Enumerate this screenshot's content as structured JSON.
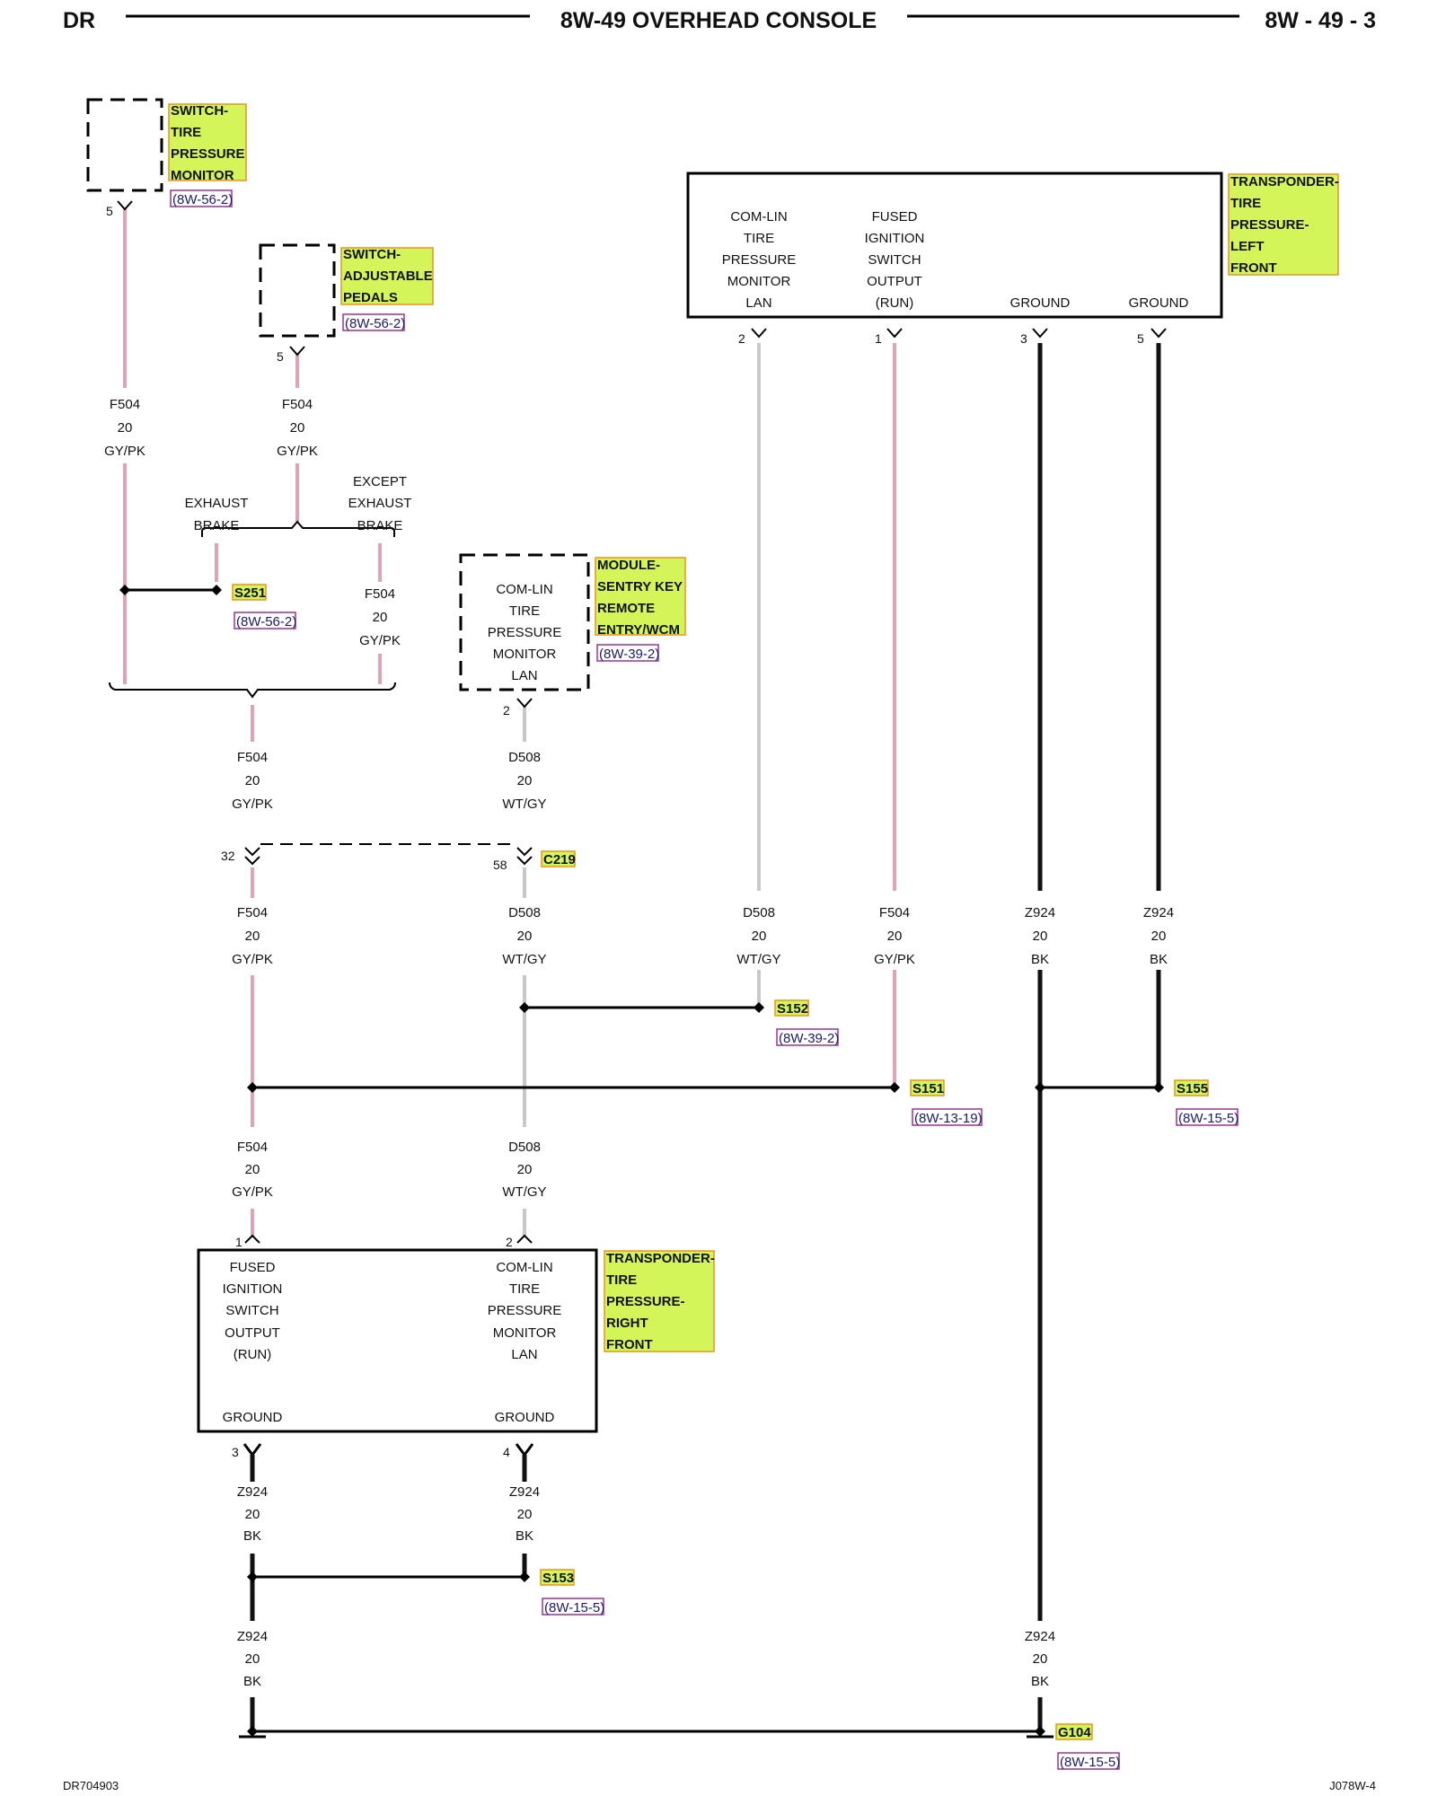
{
  "header": {
    "left": "DR",
    "title": "8W-49 OVERHEAD CONSOLE",
    "right": "8W - 49 - 3"
  },
  "footer": {
    "left": "DR704903",
    "right": "J078W-4"
  },
  "components": {
    "sw_tpm": {
      "lines": [
        "SWITCH-",
        "TIRE",
        "PRESSURE",
        "MONITOR"
      ],
      "ref": "(8W-56-2)",
      "pin": "5"
    },
    "sw_pedals": {
      "lines": [
        "SWITCH-",
        "ADJUSTABLE",
        "PEDALS"
      ],
      "ref": "(8W-56-2)",
      "pin": "5"
    },
    "xp_lf": {
      "lines": [
        "TRANSPONDER-",
        "TIRE",
        "PRESSURE-",
        "LEFT",
        "FRONT"
      ],
      "cols": [
        [
          "COM-LIN",
          "TIRE",
          "PRESSURE",
          "MONITOR",
          "LAN"
        ],
        [
          "FUSED",
          "IGNITION",
          "SWITCH",
          "OUTPUT",
          "(RUN)"
        ],
        [
          "GROUND"
        ],
        [
          "GROUND"
        ]
      ],
      "pins": [
        "2",
        "1",
        "3",
        "5"
      ]
    },
    "mod_skr": {
      "lines": [
        "MODULE-",
        "SENTRY KEY",
        "REMOTE",
        "ENTRY/WCM"
      ],
      "ref": "(8W-39-2)",
      "cols": [
        [
          "COM-LIN",
          "TIRE",
          "PRESSURE",
          "MONITOR",
          "LAN"
        ]
      ],
      "pin": "2"
    },
    "xp_rf": {
      "lines": [
        "TRANSPONDER-",
        "TIRE",
        "PRESSURE-",
        "RIGHT",
        "FRONT"
      ],
      "cols": [
        [
          "FUSED",
          "IGNITION",
          "SWITCH",
          "OUTPUT",
          "(RUN)"
        ],
        [
          "COM-LIN",
          "TIRE",
          "PRESSURE",
          "MONITOR",
          "LAN"
        ]
      ],
      "grounds": [
        "GROUND",
        "GROUND"
      ],
      "pins": [
        "1",
        "2",
        "3",
        "4"
      ]
    }
  },
  "options": {
    "exhaust": [
      "EXHAUST",
      "BRAKE"
    ],
    "except": [
      "EXCEPT",
      "EXHAUST",
      "BRAKE"
    ]
  },
  "wires": {
    "w1": [
      "F504",
      "20",
      "GY/PK"
    ],
    "w2": [
      "F504",
      "20",
      "GY/PK"
    ],
    "w3": [
      "F504",
      "20",
      "GY/PK"
    ],
    "w4": [
      "F504",
      "20",
      "GY/PK"
    ],
    "w5": [
      "D508",
      "20",
      "WT/GY"
    ],
    "w6": [
      "F504",
      "20",
      "GY/PK"
    ],
    "w7": [
      "D508",
      "20",
      "WT/GY"
    ],
    "w8": [
      "D508",
      "20",
      "WT/GY"
    ],
    "w9": [
      "F504",
      "20",
      "GY/PK"
    ],
    "w10": [
      "Z924",
      "20",
      "BK"
    ],
    "w11": [
      "Z924",
      "20",
      "BK"
    ],
    "w12": [
      "F504",
      "20",
      "GY/PK"
    ],
    "w13": [
      "D508",
      "20",
      "WT/GY"
    ],
    "w14": [
      "Z924",
      "20",
      "BK"
    ],
    "w15": [
      "Z924",
      "20",
      "BK"
    ],
    "w16": [
      "Z924",
      "20",
      "BK"
    ],
    "w17": [
      "Z924",
      "20",
      "BK"
    ]
  },
  "splices": {
    "s251": {
      "id": "S251",
      "ref": "(8W-56-2)"
    },
    "s152": {
      "id": "S152",
      "ref": "(8W-39-2)"
    },
    "s151": {
      "id": "S151",
      "ref": "(8W-13-19)"
    },
    "s155": {
      "id": "S155",
      "ref": "(8W-15-5)"
    },
    "s153": {
      "id": "S153",
      "ref": "(8W-15-5)"
    },
    "g104": {
      "id": "G104",
      "ref": "(8W-15-5)"
    }
  },
  "connector": {
    "id": "C219",
    "pin_a": "32",
    "pin_b": "58"
  },
  "colors": {
    "gypk": "#e2a2b6",
    "wtgy": "#c8c8c8",
    "bk": "#111111",
    "label_fill": "#d4f55a",
    "label_border": "#e8931e",
    "ref_text": "#1a1a6e",
    "ref_border": "#a0309a"
  }
}
